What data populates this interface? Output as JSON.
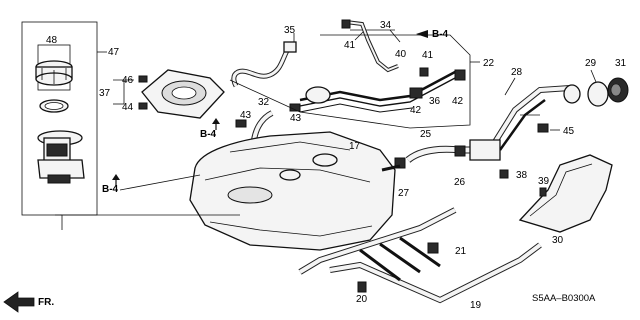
{
  "labels": {
    "p48": "48",
    "p47": "47",
    "p46": "46",
    "p37": "37",
    "p44": "44",
    "p35": "35",
    "p34": "34",
    "p41a": "41",
    "p40": "40",
    "p41b": "41",
    "p22": "22",
    "p32": "32",
    "p43a": "43",
    "p43b": "43",
    "p42a": "42",
    "p36": "36",
    "p42b": "42",
    "p28": "28",
    "p29": "29",
    "p31": "31",
    "p45": "45",
    "p17": "17",
    "p25": "25",
    "p27": "27",
    "p26": "26",
    "p38": "38",
    "p39": "39",
    "p30": "30",
    "p21": "21",
    "p20": "20",
    "p19": "19"
  },
  "refs": {
    "b4_top": "B-4",
    "b4_left": "B-4",
    "b4_bottom": "B-4"
  },
  "fr_label": "FR.",
  "diagram_code": "S5AA–B0300A"
}
